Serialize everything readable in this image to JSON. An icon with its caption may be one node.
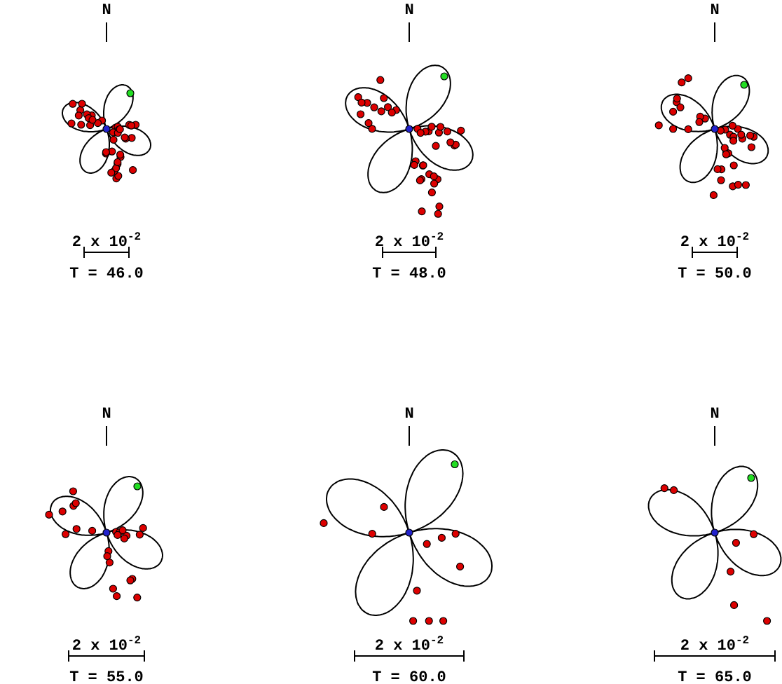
{
  "diagram": {
    "labels": [
      "N",
      "N",
      "N",
      "2 x 10$^{-2}$",
      "2 x 10$^{-2}$",
      "2 x 10$^{-2}$",
      "T = 46.0",
      "T = 48.0",
      "T = 50.0",
      "N",
      "N",
      "N",
      "2 x 10$^{-2}$",
      "2 x 10$^{-2}$",
      "2 x 10$^{-2}$",
      "T = 55.0",
      "T = 60.0",
      "T = 65.0"
    ]
  }
}
